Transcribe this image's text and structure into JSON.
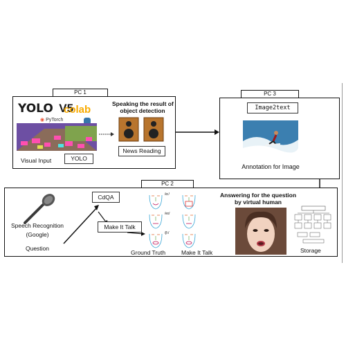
{
  "pc1": {
    "title": "PC 1",
    "logos": {
      "yolo": "YOLO",
      "v5": "V5",
      "colab": "colab",
      "pytorch": "PyTorch"
    },
    "visual_input": "Visual Input",
    "yolo_tag": "YOLO",
    "speaking_line1": "Speaking the result of",
    "speaking_line2": "object detection",
    "news_reading": "News Reading"
  },
  "pc3": {
    "title": "PC 3",
    "image2text": "Image2text",
    "annotation": "Annotation for Image"
  },
  "pc2": {
    "title": "PC 2",
    "cdqa": "CdQA",
    "make_it_talk_tag": "Make It Talk",
    "speech_line1": "Speech Recognition",
    "speech_line2": "(Google)",
    "question": "Question",
    "ground_truth": "Ground Truth",
    "make_it_talk_caption": "Make It Talk",
    "answering_line1": "Answering for the question",
    "answering_line2": "by virtual human",
    "storage": "Storage",
    "face_labels": [
      "/ɑ:/",
      "/eɪ/",
      "/ʃi:/"
    ]
  },
  "colors": {
    "line": "#111111",
    "mic": "#3a3a3a",
    "car_bg": "#6d4fa3",
    "sea": "#3b7fb0",
    "speaker": "#b8752e"
  }
}
